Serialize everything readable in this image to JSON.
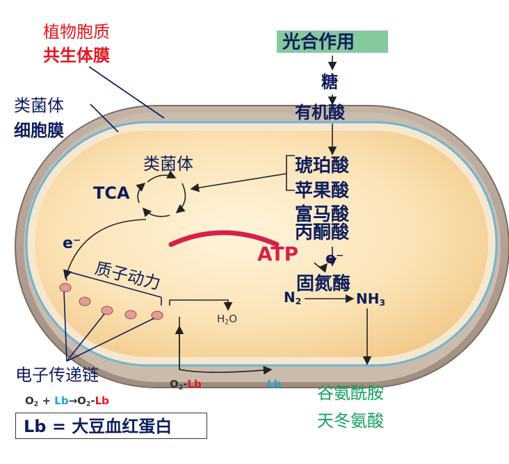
{
  "labels": {
    "plant_cell_line1": "植物胞质",
    "plant_cell_line2": "共生体膜",
    "bacteroid_membrane_line1": "类菌体",
    "bacteroid_membrane_line2": "细胞膜",
    "photosynthesis": "光合作用",
    "sugar": "糖",
    "organic_acid": "有机酸",
    "succinate": "琥珀酸",
    "malate": "苹果酸",
    "fumarate": "富马酸",
    "pyruvate": "丙酮酸",
    "bacteroid": "类菌体",
    "tca": "TCA",
    "electron_left": "e⁻",
    "pmf": "质子动力",
    "atp": "ATP",
    "electron_right": "e⁻",
    "nitrogenase": "固氮酶",
    "n2": "N",
    "n2_sub": "2",
    "nh3": "NH",
    "nh3_sub": "3",
    "h2o": "H",
    "h2o_sub": "2",
    "h2o_tail": "O",
    "o2lb_o": "O",
    "o2lb_sub": "2",
    "o2lb_dash": "-",
    "o2lb_lb": "Lb",
    "lb_free": "Lb",
    "etc": "电子传递链",
    "eq_o2": "O",
    "eq_o2_sub": "2",
    "eq_plus": " + ",
    "eq_lb": "Lb",
    "eq_arrow": "→",
    "eq_o2b": "O",
    "eq_o2b_sub": "2",
    "eq_dash": "-",
    "eq_lb2": "Lb",
    "lb_def": "Lb = 大豆血红蛋白",
    "glutamine": "谷氨酰胺",
    "asparagine": "天冬氨酸"
  },
  "colors": {
    "navy": "#0d1d5c",
    "red": "#e8141e",
    "cyan": "#1aa3dc",
    "green": "#14a060",
    "crimson": "#d81f48",
    "cell_wall": "#b3a193",
    "cytoplasm": "#f8d9a4",
    "membrane": "#6ab7d5",
    "chain_dot": "#e89a96",
    "highlight": "#85c99d"
  }
}
